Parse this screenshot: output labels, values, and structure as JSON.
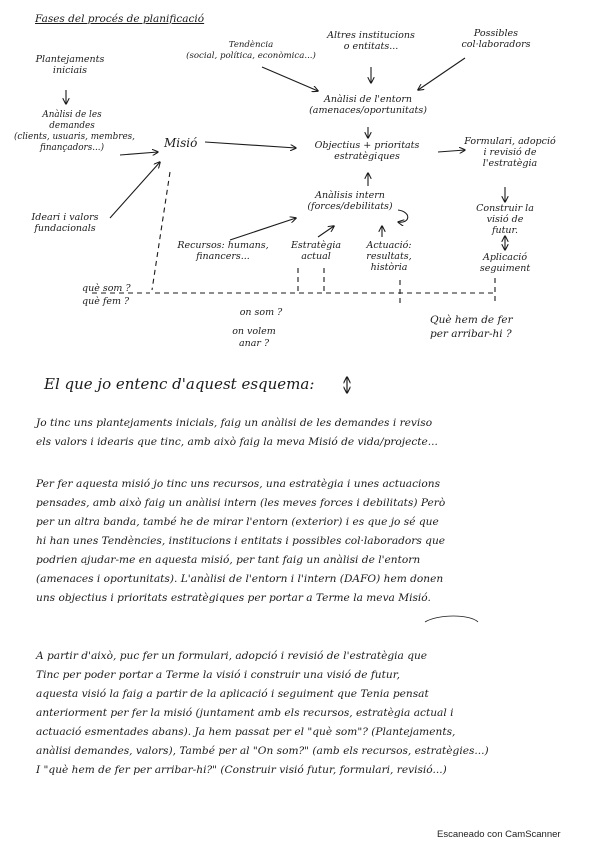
{
  "diagram": {
    "title": "Fases del procés de planificació",
    "nodes": {
      "plantejaments": "Plantejaments\niniciais",
      "analisi_demandes": "Anàlisi de les\ndemandes\n(clients, usuaris, membres,\nfinançadors...)",
      "ideari": "Ideari i valors\nfundacionals",
      "missio": "Misió",
      "tendencia": "Tendència\n(social, política, econòmica...)",
      "altres_institucions": "Altres institucions\no entitats...",
      "possibles_col": "Possibles\ncol·laboradors",
      "analisi_entorn": "Anàlisi de l'entorn\n(amenaces/oportunitats)",
      "objectius": "Objectius + prioritats\nestratègiques",
      "analisi_intern": "Anàlisis intern\n(forces/debilitats)",
      "recursos": "Recursos: humans,\nfinancers...",
      "estrategia": "Estratègia\nactual",
      "actuacio": "Actuació:\nresultats,\nhistòria",
      "formulari": "Formulari, adopció\ni revisió de\nl'estratègia",
      "construir": "Construir la\nvisió de\nfutur.",
      "aplicacio": "Aplicació\nseguiment",
      "que_som": "què som ?\nquè fem ?",
      "on_som": "on som ?",
      "on_volem": "on volem\nanar ?",
      "que_hem": "Què hem de fer\nper arribar-hi ?"
    }
  },
  "explanation": {
    "heading": "El que jo entenc d'aquest esquema:",
    "paragraphs": [
      [
        "Jo tinc uns plantejaments inicials, faig un anàlisi de les demandes i reviso",
        "els valors i idearis que tinc, amb això faig la meva Misió de vida/projecte..."
      ],
      [
        "Per fer aquesta misió jo tinc uns recursos, una estratègia i unes actuacions",
        "pensades, amb això faig un anàlisi intern (les meves forces i debilitats) Però",
        "per un altra banda, també he de mirar l'entorn (exterior) i es que jo sé que",
        "hi han unes Tendències, institucions i entitats i possibles col·laboradors que",
        "podrien ajudar-me en aquesta misió, per tant faig un anàlisi de l'entorn",
        "(amenaces i oportunitats). L'anàlisi de l'entorn i l'intern (DAFO) hem donen",
        "uns objectius i prioritats estratègiques per portar a Terme la meva Misió."
      ],
      [
        "A partir d'això, puc fer un formulari, adopció i revisió de l'estratègia que",
        "Tinc per poder portar a Terme la visió i construir una visió de futur,",
        "aquesta visió la faig a partir de la aplicació i seguiment que Tenia pensat",
        "anteriorment per fer la misió (juntament amb els recursos, estratègia actual i",
        "actuació esmentades abans). Ja hem passat per el \"què som\"? (Plantejaments,",
        "anàlisi demandes, valors), També per al \"On som?\" (amb els recursos, estratègies...)",
        "I \"què hem de fer per arribar-hi?\" (Construir visió futur, formulari, revisió...)"
      ]
    ]
  },
  "footer": "Escaneado con CamScanner"
}
